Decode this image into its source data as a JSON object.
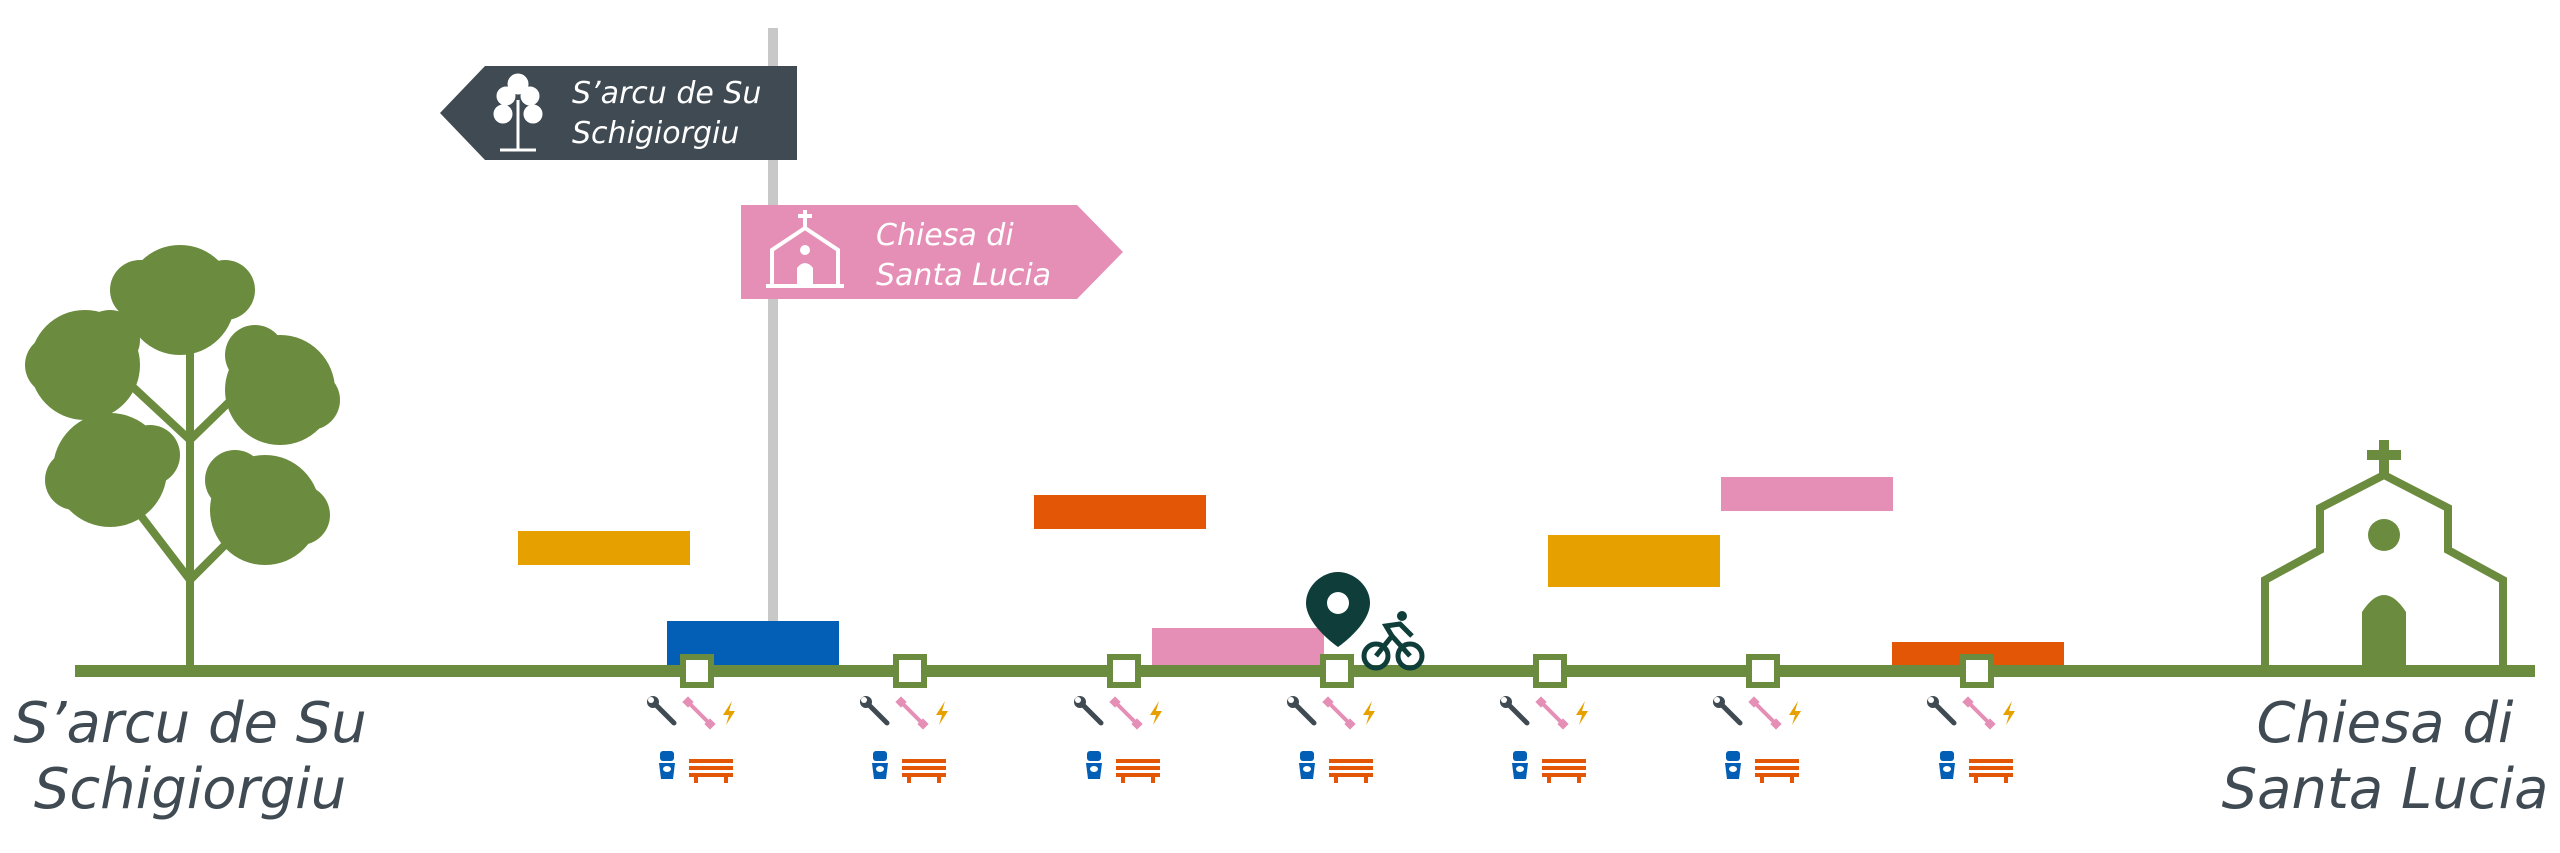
{
  "colors": {
    "route": "#6b8c3e",
    "pole": "#c8c8c8",
    "sign_back": "#3f4a52",
    "sign_forward": "#e58fb6",
    "orange": "#e35606",
    "yellow": "#e6a100",
    "blue": "#035fb5",
    "pink": "#e58fb6",
    "marker": "#0e3d3a"
  },
  "endpoints": {
    "start_label_line1": "S’arcu de Su",
    "start_label_line2": "Schigiorgiu",
    "end_label_line1": "Chiesa di",
    "end_label_line2": "Santa Lucia"
  },
  "signs": {
    "back_line1": "S’arcu de Su",
    "back_line2": "Schigiorgiu",
    "back_icon": "tree-icon",
    "forward_line1": "Chiesa di",
    "forward_line2": "Santa Lucia",
    "forward_icon": "church-icon"
  },
  "stops": [
    {
      "icons": [
        "wrench-icon",
        "dumbbell-icon",
        "lightning-icon",
        "toilet-icon",
        "bench-icon"
      ]
    },
    {
      "icons": [
        "wrench-icon",
        "dumbbell-icon",
        "lightning-icon",
        "toilet-icon",
        "bench-icon"
      ]
    },
    {
      "icons": [
        "wrench-icon",
        "dumbbell-icon",
        "lightning-icon",
        "toilet-icon",
        "bench-icon"
      ]
    },
    {
      "icons": [
        "wrench-icon",
        "dumbbell-icon",
        "lightning-icon",
        "toilet-icon",
        "bench-icon"
      ]
    },
    {
      "icons": [
        "wrench-icon",
        "dumbbell-icon",
        "lightning-icon",
        "toilet-icon",
        "bench-icon"
      ]
    },
    {
      "icons": [
        "wrench-icon",
        "dumbbell-icon",
        "lightning-icon",
        "toilet-icon",
        "bench-icon"
      ]
    },
    {
      "icons": [
        "wrench-icon",
        "dumbbell-icon",
        "lightning-icon",
        "toilet-icon",
        "bench-icon"
      ]
    }
  ],
  "segments": [
    {
      "color": "yellow"
    },
    {
      "color": "blue"
    },
    {
      "color": "orange"
    },
    {
      "color": "pink"
    },
    {
      "color": "yellow"
    },
    {
      "color": "pink"
    },
    {
      "color": "orange"
    }
  ],
  "current_position": {
    "icon": "location-pin-icon",
    "mode_icon": "cyclist-icon"
  }
}
